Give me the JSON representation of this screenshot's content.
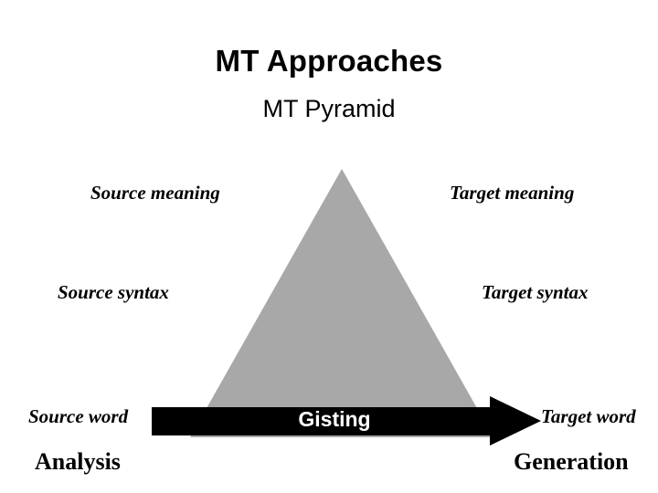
{
  "slide": {
    "title": "MT Approaches",
    "subtitle": "MT Pyramid",
    "arrow_label": "Gisting",
    "levels": {
      "source_meaning": "Source meaning",
      "target_meaning": "Target meaning",
      "source_syntax": "Source syntax",
      "target_syntax": "Target syntax",
      "source_word": "Source word",
      "target_word": "Target word",
      "analysis": "Analysis",
      "generation": "Generation"
    },
    "colors": {
      "background": "#ffffff",
      "triangle": "#a8a8a8",
      "arrow": "#000000",
      "text": "#000000",
      "arrow_text": "#ffffff"
    }
  }
}
